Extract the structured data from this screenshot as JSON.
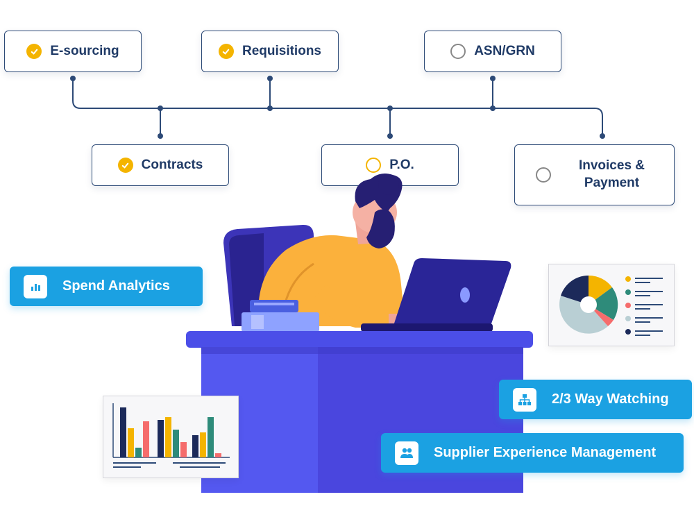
{
  "workflow": {
    "top_steps": [
      {
        "label": "E-sourcing",
        "status": "done"
      },
      {
        "label": "Requisitions",
        "status": "done"
      },
      {
        "label": "ASN/GRN",
        "status": "pending"
      }
    ],
    "bottom_steps": [
      {
        "label": "Contracts",
        "status": "done"
      },
      {
        "label": "P.O.",
        "status": "in-progress"
      },
      {
        "label": "Invoices & Payment",
        "status": "pending"
      }
    ]
  },
  "features": {
    "spend_analytics": "Spend Analytics",
    "way_watching": "2/3 Way Watching",
    "supplier_experience": "Supplier Experience Management"
  },
  "colors": {
    "navy": "#2d4a77",
    "accent_blue": "#1ba1e2",
    "status_yellow": "#f4b400",
    "desk": "#4b4ee8"
  },
  "icons": [
    "check-icon",
    "bar-chart-icon",
    "hierarchy-icon",
    "users-icon"
  ]
}
